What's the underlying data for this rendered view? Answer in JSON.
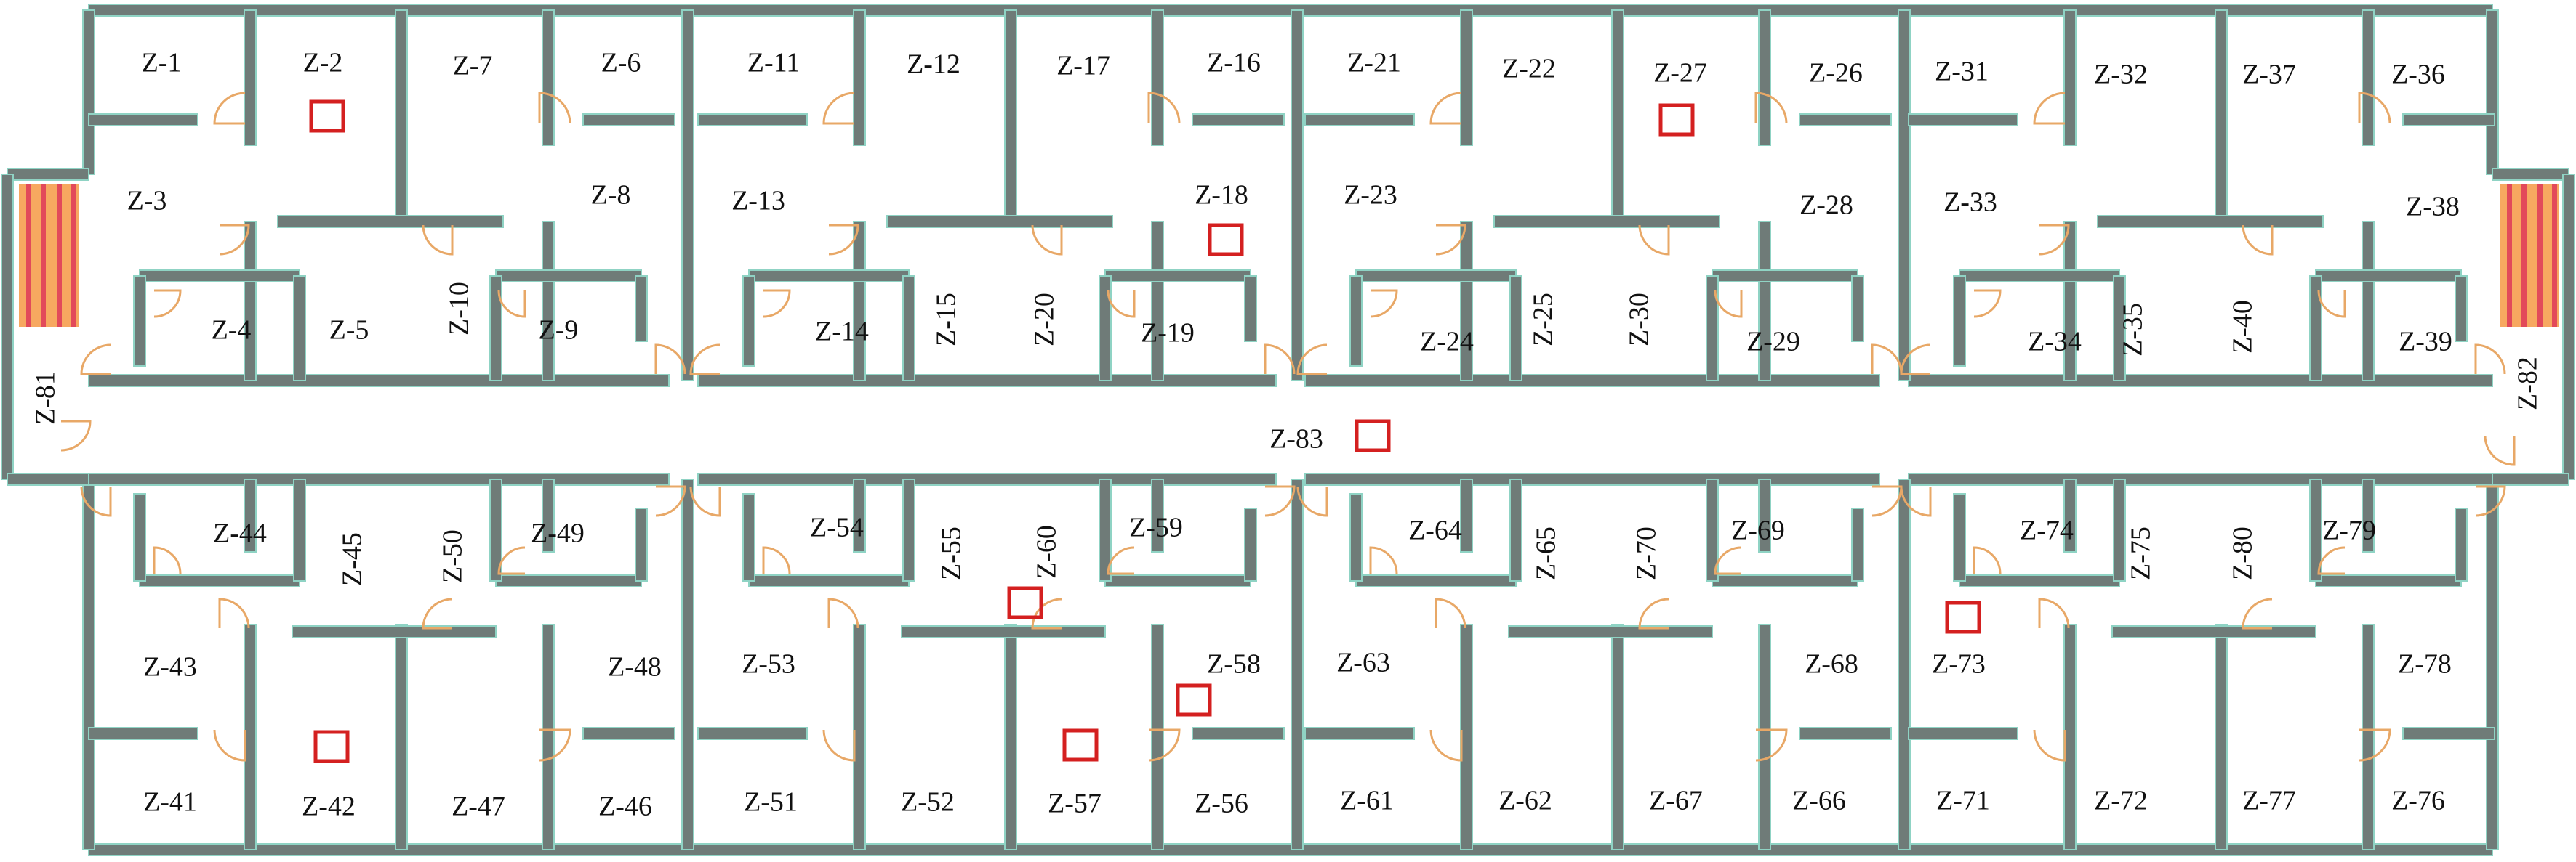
{
  "colors": {
    "background": "#ffffff",
    "wall": "#6f7b78",
    "wall_edge": "#8fd3c4",
    "door": "#e8a867",
    "marker": "#d42020",
    "stair": "#f7a860",
    "stair_stripe": "#e24a5a"
  },
  "labels": {
    "Z-1": "Z-1",
    "Z-2": "Z-2",
    "Z-3": "Z-3",
    "Z-4": "Z-4",
    "Z-5": "Z-5",
    "Z-6": "Z-6",
    "Z-7": "Z-7",
    "Z-8": "Z-8",
    "Z-9": "Z-9",
    "Z-10": "Z-10",
    "Z-11": "Z-11",
    "Z-12": "Z-12",
    "Z-13": "Z-13",
    "Z-14": "Z-14",
    "Z-15": "Z-15",
    "Z-16": "Z-16",
    "Z-17": "Z-17",
    "Z-18": "Z-18",
    "Z-19": "Z-19",
    "Z-20": "Z-20",
    "Z-21": "Z-21",
    "Z-22": "Z-22",
    "Z-23": "Z-23",
    "Z-24": "Z-24",
    "Z-25": "Z-25",
    "Z-26": "Z-26",
    "Z-27": "Z-27",
    "Z-28": "Z-28",
    "Z-29": "Z-29",
    "Z-30": "Z-30",
    "Z-31": "Z-31",
    "Z-32": "Z-32",
    "Z-33": "Z-33",
    "Z-34": "Z-34",
    "Z-35": "Z-35",
    "Z-36": "Z-36",
    "Z-37": "Z-37",
    "Z-38": "Z-38",
    "Z-39": "Z-39",
    "Z-40": "Z-40",
    "Z-41": "Z-41",
    "Z-42": "Z-42",
    "Z-43": "Z-43",
    "Z-44": "Z-44",
    "Z-45": "Z-45",
    "Z-46": "Z-46",
    "Z-47": "Z-47",
    "Z-48": "Z-48",
    "Z-49": "Z-49",
    "Z-50": "Z-50",
    "Z-51": "Z-51",
    "Z-52": "Z-52",
    "Z-53": "Z-53",
    "Z-54": "Z-54",
    "Z-55": "Z-55",
    "Z-56": "Z-56",
    "Z-57": "Z-57",
    "Z-58": "Z-58",
    "Z-59": "Z-59",
    "Z-60": "Z-60",
    "Z-61": "Z-61",
    "Z-62": "Z-62",
    "Z-63": "Z-63",
    "Z-64": "Z-64",
    "Z-65": "Z-65",
    "Z-66": "Z-66",
    "Z-67": "Z-67",
    "Z-68": "Z-68",
    "Z-69": "Z-69",
    "Z-70": "Z-70",
    "Z-71": "Z-71",
    "Z-72": "Z-72",
    "Z-73": "Z-73",
    "Z-74": "Z-74",
    "Z-75": "Z-75",
    "Z-76": "Z-76",
    "Z-77": "Z-77",
    "Z-78": "Z-78",
    "Z-79": "Z-79",
    "Z-80": "Z-80",
    "Z-81": "Z-81",
    "Z-82": "Z-82",
    "Z-83": "Z-83"
  },
  "markers": [
    "Z-2",
    "Z-18",
    "Z-27",
    "Z-83",
    "Z-60",
    "Z-58",
    "Z-57",
    "Z-42",
    "Z-73"
  ]
}
